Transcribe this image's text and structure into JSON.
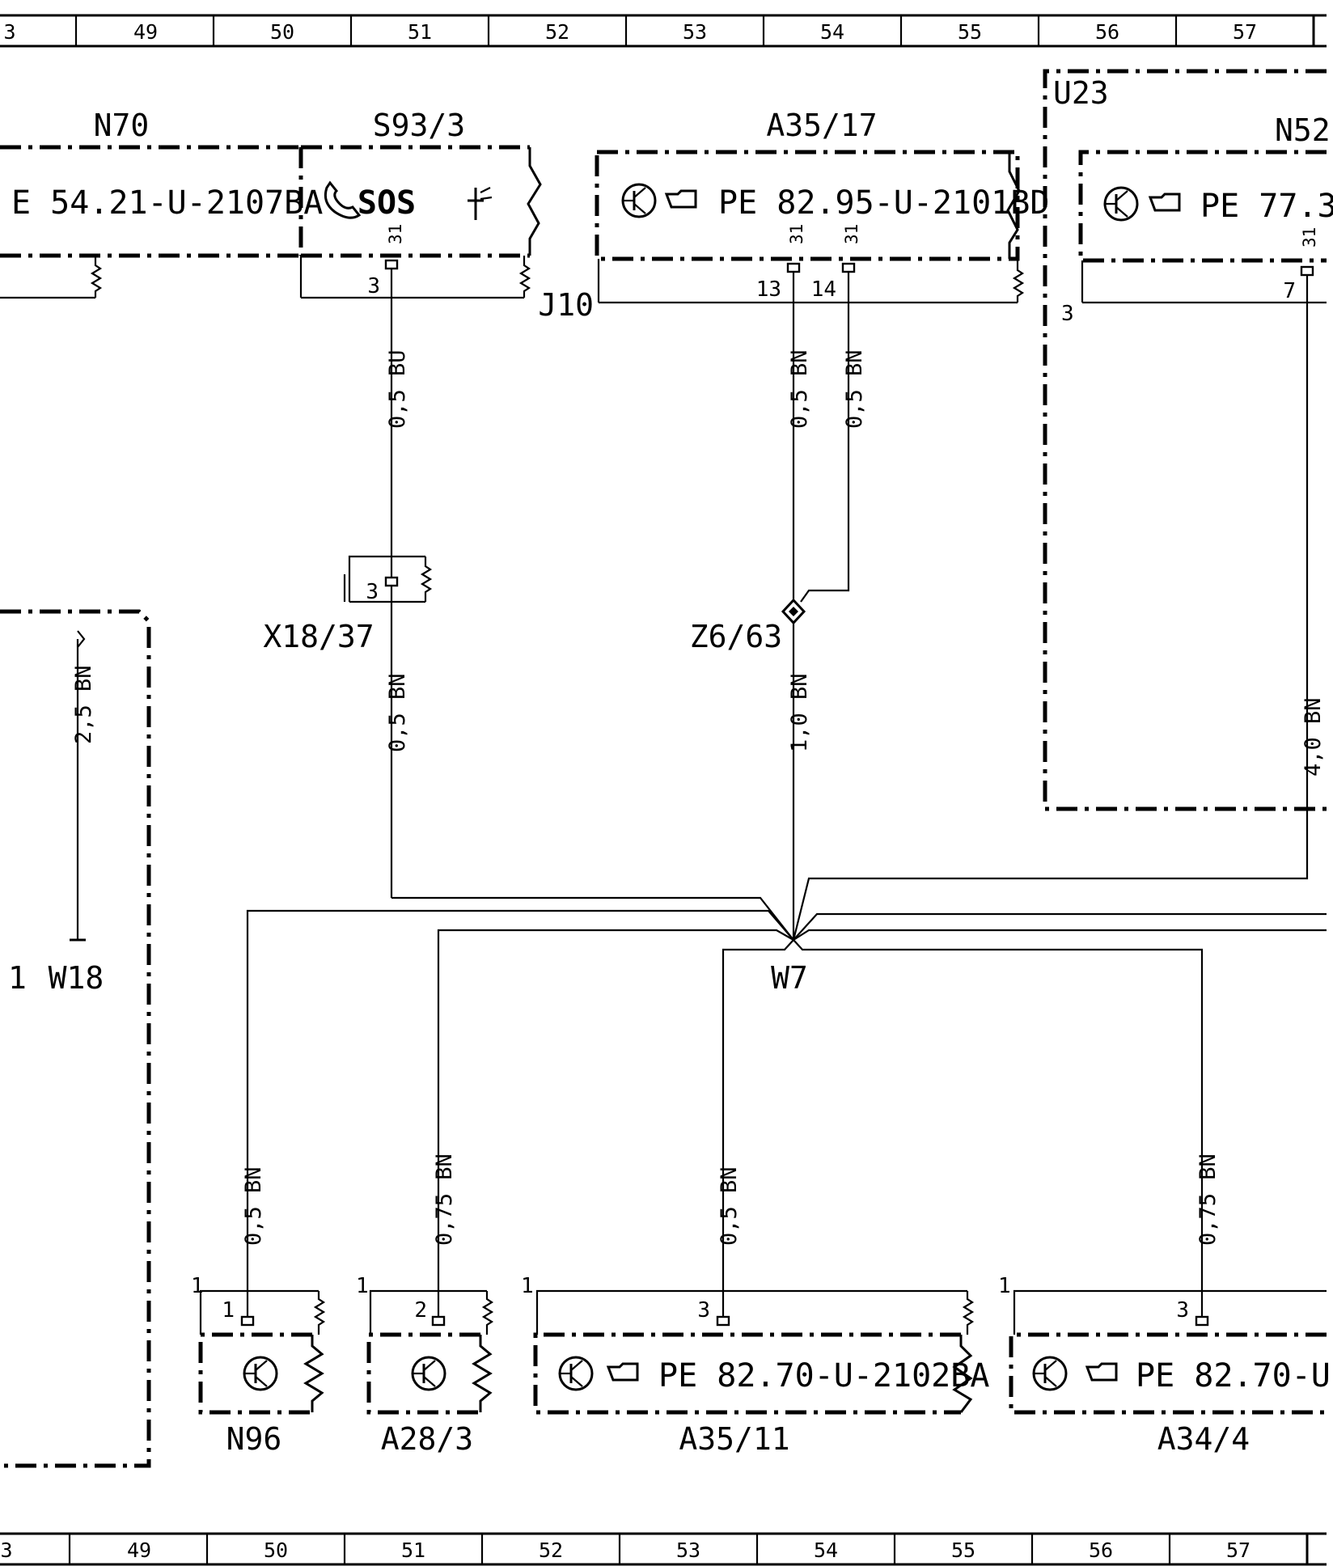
{
  "ruler": {
    "columns": [
      "3",
      "49",
      "50",
      "51",
      "52",
      "53",
      "54",
      "55",
      "56",
      "57"
    ]
  },
  "components": {
    "n70": {
      "label": "N70",
      "ref": "E 54.21-U-2107BA"
    },
    "s93_3": {
      "label": "S93/3",
      "sos": "SOS"
    },
    "a35_17": {
      "label": "A35/17",
      "ref": "PE 82.95-U-2101BD"
    },
    "u23": {
      "label": "U23"
    },
    "n52": {
      "label": "N52",
      "ref": "PE 77.3"
    },
    "x18_37": {
      "label": "X18/37"
    },
    "z6_63": {
      "label": "Z6/63"
    },
    "w18": {
      "label": "W18"
    },
    "w7": {
      "label": "W7"
    },
    "j10": {
      "label": "J10"
    },
    "n96": {
      "label": "N96"
    },
    "a28_3": {
      "label": "A28/3"
    },
    "a35_11": {
      "label": "A35/11",
      "ref": "PE 82.70-U-2102BA"
    },
    "a34_4": {
      "label": "A34/4",
      "ref": "PE 82.70-U-"
    }
  },
  "wires": {
    "s93_out": "0,5 BU",
    "x18_out": "0,5 BN",
    "a35_17_pin13": "0,5 BN",
    "a35_17_pin14": "0,5 BN",
    "z6_out": "1,0 BN",
    "n52_out": "4,0 BN",
    "w18_in": "2,5 BN",
    "n96_in": "0,5 BN",
    "a28_in": "0,75 BN",
    "a35_11_in": "0,5 BN",
    "a34_in": "0,75 BN"
  },
  "pins": {
    "p31": "31",
    "s93": "3",
    "a35_17_a": "13",
    "a35_17_b": "14",
    "n52_side": "3",
    "n52_pin": "7",
    "x18": "3",
    "n96_out": "1",
    "n96_pin": "1",
    "a28_out": "1",
    "a28_pin": "2",
    "a35_11_out": "1",
    "a35_11_pin": "3",
    "a34_out": "1",
    "a34_pin": "3",
    "w18_side": "1"
  },
  "icons": [
    "phone-icon",
    "sos-light-icon",
    "transistor-icon",
    "pointing-hand-icon",
    "resistor-zigzag-icon"
  ]
}
